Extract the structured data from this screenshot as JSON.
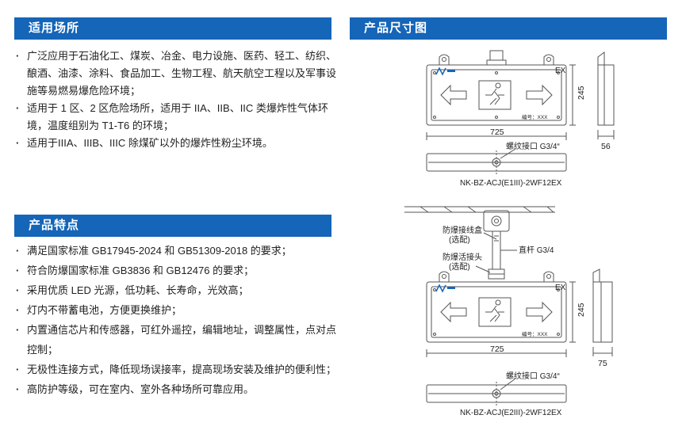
{
  "applications": {
    "title": "适用场所",
    "items": [
      "广泛应用于石油化工、煤炭、冶金、电力设施、医药、轻工、纺织、酿酒、油漆、涂料、食品加工、生物工程、航天航空工程以及军事设施等易燃易爆危险环境；",
      "适用于 1 区、2 区危险场所，适用于 IIA、IIB、IIC 类爆炸性气体环境，温度组别为 T1-T6 的环境；",
      "适用于IIIA、IIIB、IIIC 除煤矿以外的爆炸性粉尘环境。"
    ]
  },
  "features": {
    "title": "产品特点",
    "items": [
      "满足国家标准 GB17945-2024 和 GB51309-2018 的要求；",
      "符合防爆国家标准 GB3836 和 GB12476 的要求；",
      "采用优质 LED 光源，低功耗、长寿命，光效高；",
      "灯内不带蓄电池，方便更换维护；",
      "内置通信芯片和传感器，可红外遥控，编辑地址，调整属性，点对点控制；",
      "无极性连接方式，降低现场误接率，提高现场安装及维护的便利性；",
      "高防护等级，可在室内、室外各种场所可靠应用。"
    ]
  },
  "dimensions": {
    "title": "产品尺寸图",
    "top": {
      "ex_mark": "EX",
      "serial": "编号：XXX",
      "height": "245",
      "width": "725",
      "depth": "56",
      "thread": "螺纹接口 G3/4“",
      "model": "NK-BZ-ACJ(E1III)-2WF12EX"
    },
    "bottom": {
      "junction_box": "防爆接线盒",
      "junction_box_note": "(选配)",
      "joint": "防爆活接头",
      "joint_note": "(选配)",
      "rod": "直杆 G3/4",
      "ex_mark": "EX",
      "serial": "编号：XXX",
      "height": "245",
      "width": "725",
      "depth": "75",
      "thread": "螺纹接口 G3/4“",
      "model": "NK-BZ-ACJ(E2III)-2WF12EX"
    }
  },
  "colors": {
    "header_bg": "#1565b8",
    "header_text": "#ffffff",
    "line": "#555555"
  }
}
